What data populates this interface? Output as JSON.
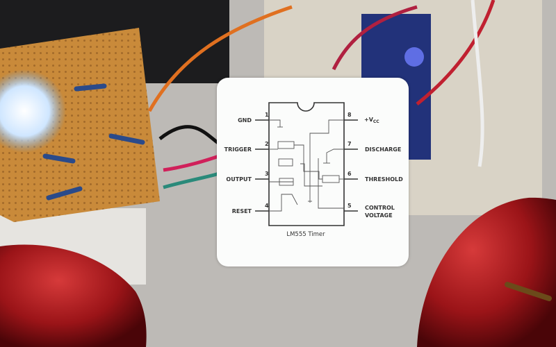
{
  "diagram": {
    "title": "LM555 Timer",
    "pins": [
      {
        "number": "1",
        "label": "GND",
        "side": "left"
      },
      {
        "number": "2",
        "label": "TRIGGER",
        "side": "left"
      },
      {
        "number": "3",
        "label": "OUTPUT",
        "side": "left"
      },
      {
        "number": "4",
        "label": "RESET",
        "side": "left"
      },
      {
        "number": "8",
        "label": "+V",
        "sub": "CC",
        "side": "right"
      },
      {
        "number": "7",
        "label": "DISCHARGE",
        "side": "right"
      },
      {
        "number": "6",
        "label": "THRESHOLD",
        "side": "right"
      },
      {
        "number": "5",
        "label": "CONTROL",
        "label2": "VOLTAGE",
        "side": "right"
      }
    ]
  },
  "colors": {
    "perfboard": "#c98a3a",
    "apple": "#a0141a",
    "led": "#e8f4ff",
    "breadboard": "#ddd6c8"
  }
}
